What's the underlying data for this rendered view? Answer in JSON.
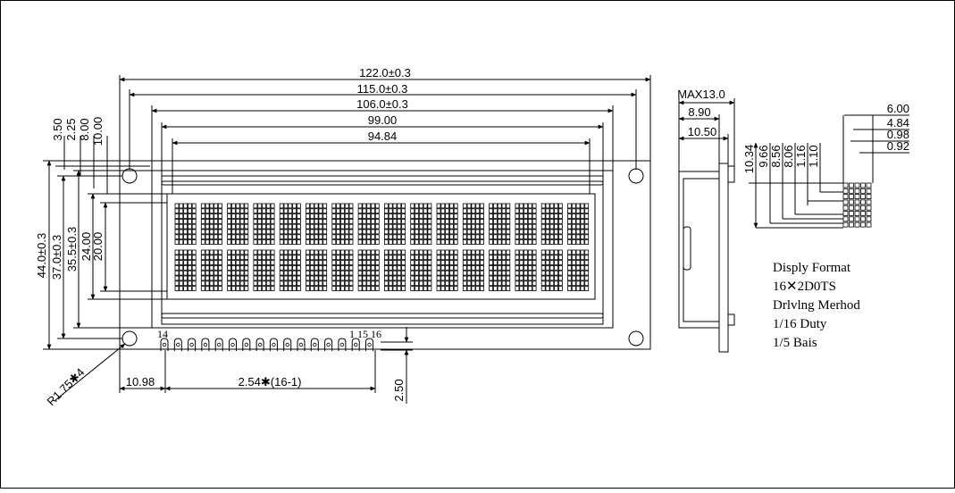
{
  "drawing": {
    "front_view": {
      "top_dims": [
        "122.0±0.3",
        "115.0±0.3",
        "106.0±0.3",
        "99.00",
        "94.84"
      ],
      "left_dims_outer": [
        "44.0±0.3",
        "37.0±0.3",
        "35.5±0.3"
      ],
      "left_dims_inner": [
        "24.00",
        "20.00"
      ],
      "top_left_dims": [
        "3.50",
        "2.25",
        "8.00",
        "10.00"
      ],
      "pin_labels": [
        "14",
        "1",
        "15",
        "16"
      ],
      "bottom_dims": [
        "10.98",
        "2.54✱(16-1)",
        "2.50"
      ],
      "hole_note": "R1.75✱4",
      "display_rows": 2,
      "display_cols": 16
    },
    "side_view": {
      "dims": [
        "MAX13.0",
        "8.90",
        "10.50"
      ]
    },
    "dot_detail": {
      "horizontal_dims": [
        "6.00",
        "4.84",
        "0.98",
        "0.92"
      ],
      "vertical_dims": [
        "10.34",
        "9.66",
        "8.56",
        "8.06",
        "1.16",
        "1.10"
      ]
    },
    "notes": [
      "Disply Format",
      "16✕2D0TS",
      "Drlvlng Merhod",
      "1/16  Duty",
      "1/5  Bais"
    ]
  }
}
